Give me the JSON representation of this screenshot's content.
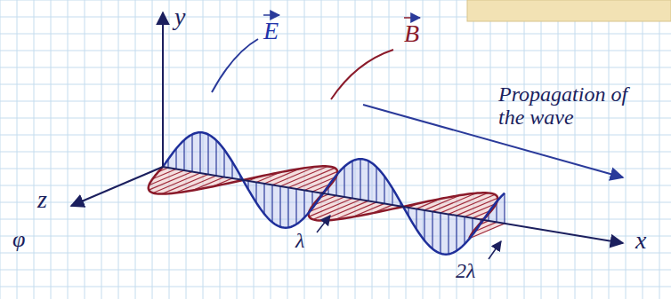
{
  "diagram": {
    "labels": [
      "y",
      "E",
      "B",
      "Propagation of the wave",
      "z",
      "x",
      "λ",
      "2λ",
      "φ"
    ]
  }
}
